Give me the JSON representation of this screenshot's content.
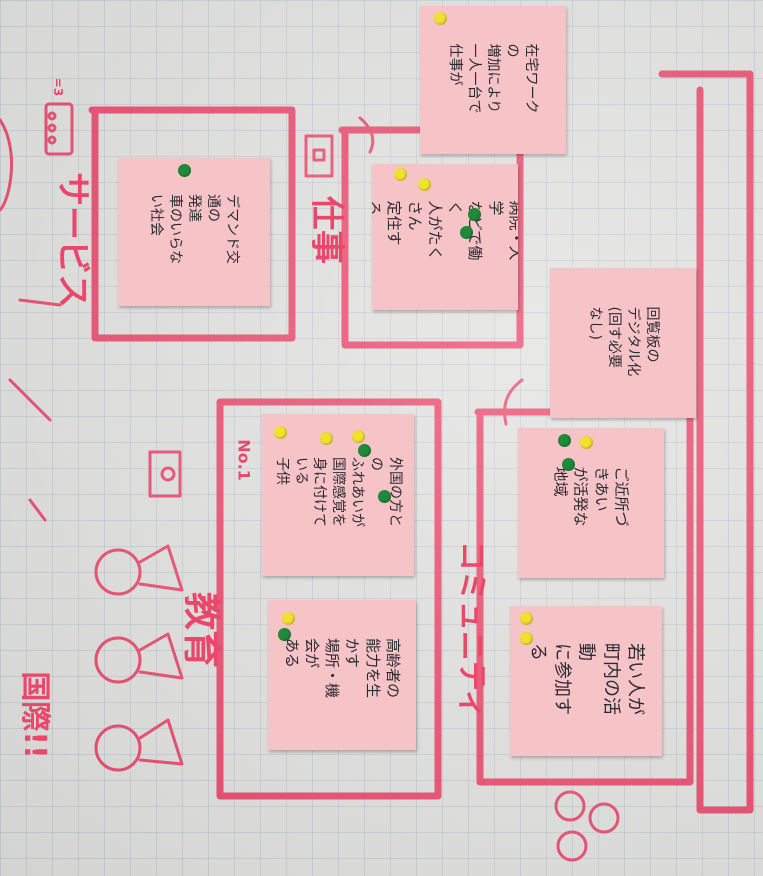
{
  "colors": {
    "marker_pink": "#e9486b",
    "sticky_pink": "#f6c3c7",
    "paper": "#e1e1df",
    "grid": "#a0afc8",
    "ink": "#2c2a33",
    "dot_yellow": "#f0e030",
    "dot_green": "#1f8a3a"
  },
  "headings": {
    "service": "サービス",
    "work": "仕事",
    "education": "教育",
    "community": "コミュニティ",
    "kokusai": "国際!!",
    "no1": "No.1",
    "bus_label": "=3"
  },
  "notes": {
    "service_note": "デマンド交通の\n発達\n車のいらない社会",
    "remote_work": "在宅ワークの\n増加により\n一人一台で仕事が",
    "hospital_work": "病院・大学\nなどで働く\n人がたくさん\n定住する。",
    "circular_board": "回覧板の\nデジタル化\n(回す必要なし)",
    "foreigners": "外国の方との\nふれあいが\n国際感覚を\n身に付けている\n子供",
    "elderly": "高齢者の\n能力を生かす\n場所・機会が\nある",
    "neighbors": "ご近所づきあい\nが活発な\n地域",
    "young_people": "若い人が\n町内の活動\nに参加する"
  }
}
